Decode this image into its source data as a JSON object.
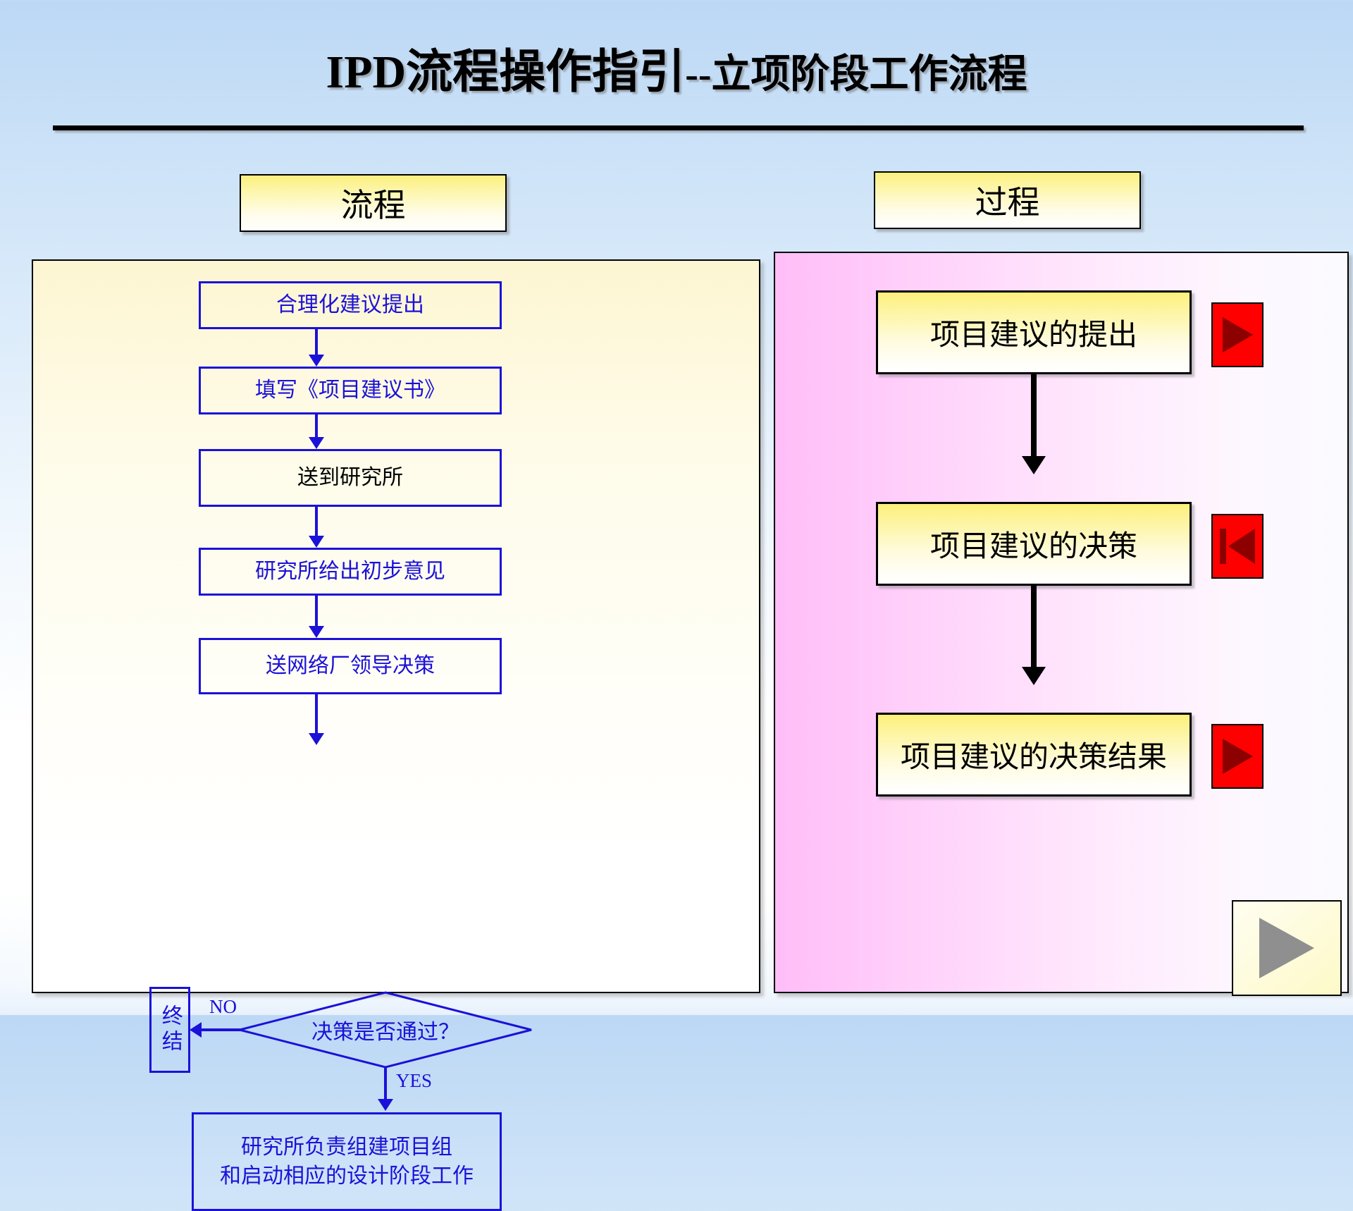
{
  "title": {
    "main": "IPD流程操作指引",
    "sub": "--立项阶段工作流程"
  },
  "columns": {
    "flow_header": "流程",
    "process_header": "过程"
  },
  "flow": {
    "nodes": [
      {
        "label": "合理化建议提出"
      },
      {
        "label": "填写《项目建议书》"
      },
      {
        "label": "送到研究所"
      },
      {
        "label": "研究所给出初步意见"
      },
      {
        "label": "送网络厂领导决策"
      }
    ],
    "decision": "决策是否通过？",
    "terminator": "终结",
    "edge_labels": {
      "no": "NO",
      "yes": "YES"
    },
    "final_line1": "研究所负责组建项目组",
    "final_line2": "和启动相应的设计阶段工作"
  },
  "process": {
    "nodes": [
      {
        "label": "项目建议的提出",
        "icon": "play-icon"
      },
      {
        "label": "项目建议的决策",
        "icon": "skip-back-icon"
      },
      {
        "label": "项目建议的决策结果",
        "icon": "play-icon"
      }
    ]
  },
  "navigation": {
    "next_slide_icon": "play-icon"
  },
  "colors": {
    "flow_line": "#1b11d8",
    "process_line": "#000000",
    "button_red": "#fe0000",
    "button_glyph": "#8c0000",
    "panel_yellow": "#fdf07b",
    "panel_pink": "#ffbdf8"
  }
}
